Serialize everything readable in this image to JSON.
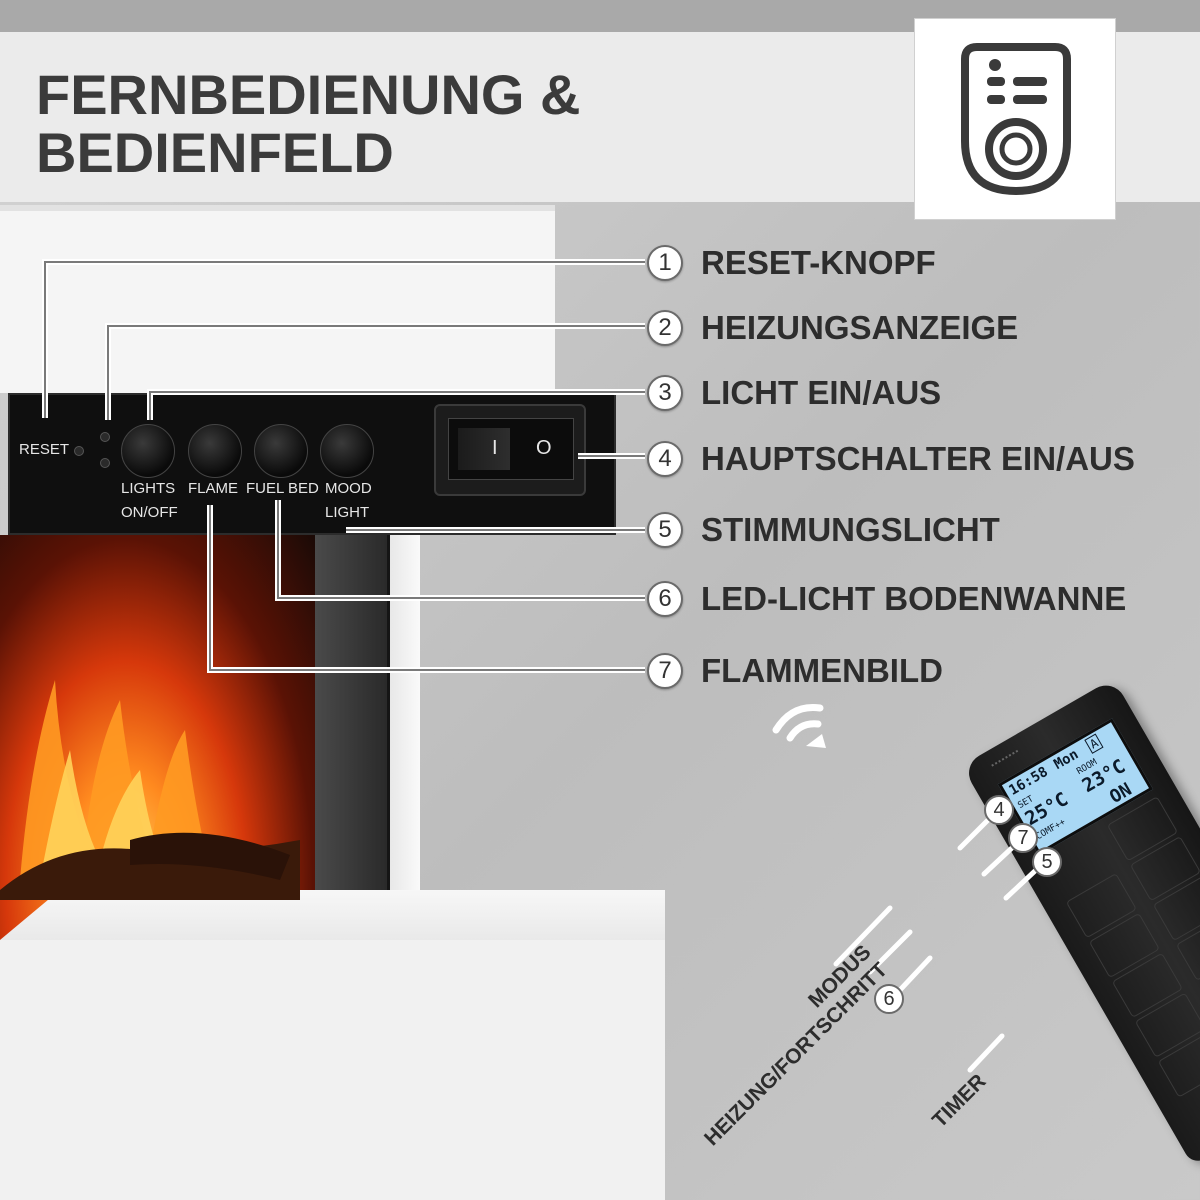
{
  "title": {
    "line1": "FERNBEDIENUNG &",
    "line2": "BEDIENFELD"
  },
  "icons": {
    "header_icon": "remote-control-icon",
    "wireless": "wireless-signal-icon"
  },
  "panel": {
    "reset_label": "RESET",
    "lights_label_line1": "LIGHTS",
    "lights_label_line2": "ON/OFF",
    "flame_label": "FLAME",
    "fuel_bed_label": "FUEL BED",
    "mood_label_line1": "MOOD",
    "mood_label_line2": "LIGHT",
    "switch_on_symbol": "I",
    "switch_off_symbol": "O"
  },
  "callouts": [
    {
      "number": "1",
      "label": "RESET-KNOPF"
    },
    {
      "number": "2",
      "label": "HEIZUNGSANZEIGE"
    },
    {
      "number": "3",
      "label": "LICHT EIN/AUS"
    },
    {
      "number": "4",
      "label": "HAUPTSCHALTER EIN/AUS"
    },
    {
      "number": "5",
      "label": "STIMMUNGSLICHT"
    },
    {
      "number": "6",
      "label": "LED-LICHT BODENWANNE"
    },
    {
      "number": "7",
      "label": "FLAMMENBILD"
    }
  ],
  "remote": {
    "display": {
      "time": "16:58",
      "day": "Mon",
      "mode_badge": "A",
      "set_label": "SET",
      "room_label": "ROOM",
      "set_temp": "25°C",
      "room_temp": "23°C",
      "comfort": "COMF++",
      "heat_status": "ON"
    },
    "callout_numbers": [
      "4",
      "7",
      "5",
      "6"
    ],
    "labels": {
      "modus": "MODUS",
      "heizung": "HEIZUNG/FORTSCHRITT",
      "timer": "TIMER"
    }
  },
  "colors": {
    "title": "#3b3b3b",
    "panel": "#0f0f0f",
    "display": "#a9d8f5"
  }
}
